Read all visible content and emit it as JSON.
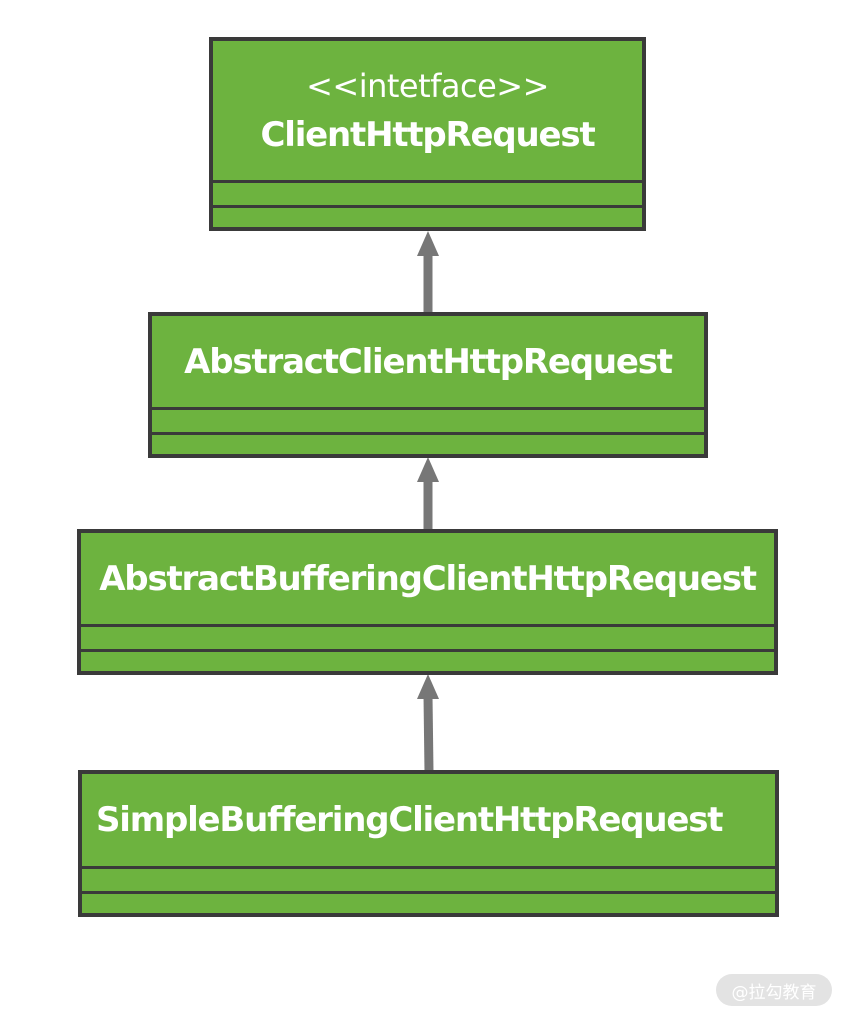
{
  "diagram": {
    "classes": [
      {
        "stereotype": "<<intetface>>",
        "name": "ClientHttpRequest"
      },
      {
        "stereotype": "",
        "name": "AbstractClientHttpRequest"
      },
      {
        "stereotype": "",
        "name": "AbstractBufferingClientHttpRequest"
      },
      {
        "stereotype": "",
        "name": "SimpleBufferingClientHttpRequest"
      }
    ],
    "relations": [
      {
        "from": "AbstractClientHttpRequest",
        "to": "ClientHttpRequest",
        "type": "generalization"
      },
      {
        "from": "AbstractBufferingClientHttpRequest",
        "to": "AbstractClientHttpRequest",
        "type": "generalization"
      },
      {
        "from": "SimpleBufferingClientHttpRequest",
        "to": "AbstractBufferingClientHttpRequest",
        "type": "generalization"
      }
    ],
    "colors": {
      "class_fill": "#6db33f",
      "class_border": "#3a3a3a",
      "arrow": "#777777",
      "text": "#ffffff"
    }
  },
  "watermark": {
    "text": "@拉勾教育"
  }
}
